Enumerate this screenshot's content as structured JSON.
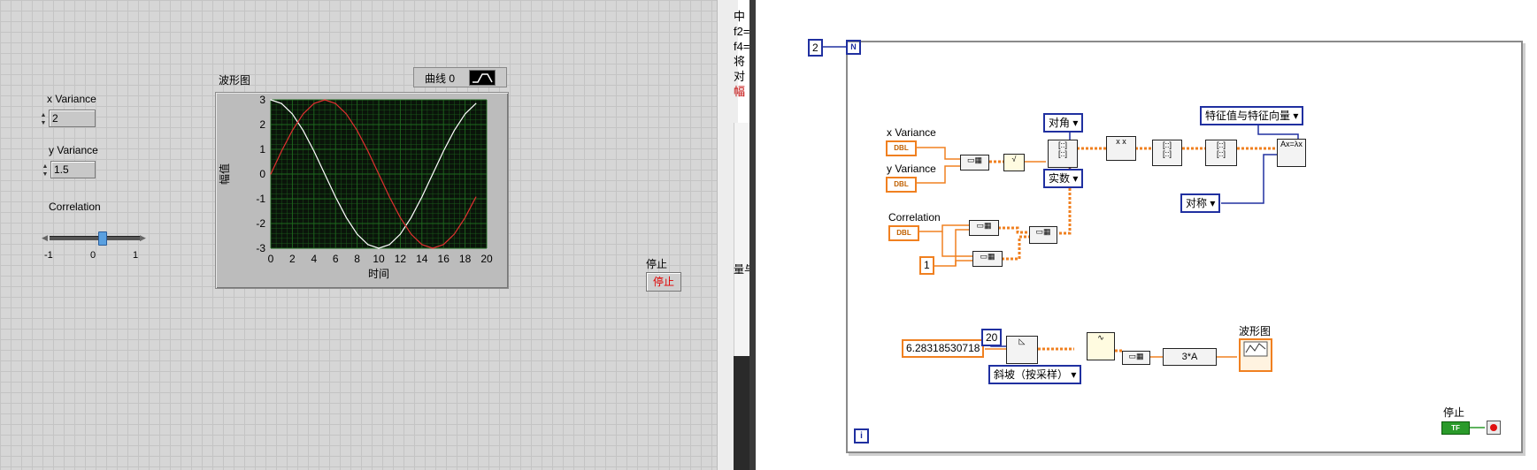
{
  "front_panel": {
    "x_variance": {
      "label": "x Variance",
      "value": "2"
    },
    "y_variance": {
      "label": "y Variance",
      "value": "1.5"
    },
    "correlation": {
      "label": "Correlation",
      "min": "-1",
      "mid": "0",
      "max": "1",
      "value": 0.17
    },
    "graph": {
      "label": "波形图",
      "legend_label": "曲线 0",
      "xlabel": "时间",
      "ylabel": "幅值"
    },
    "stop": {
      "label": "停止",
      "button_text": "停止"
    }
  },
  "chart_data": {
    "type": "line",
    "xlabel": "时间",
    "ylabel": "幅值",
    "xlim": [
      0,
      20
    ],
    "ylim": [
      -3,
      3
    ],
    "x_ticks": [
      "0",
      "2",
      "4",
      "6",
      "8",
      "10",
      "12",
      "14",
      "16",
      "18",
      "20"
    ],
    "y_ticks": [
      "3",
      "2",
      "1",
      "0",
      "-1",
      "-2",
      "-3"
    ],
    "grid": true,
    "series": [
      {
        "color": "#ffffff",
        "x": [
          0,
          1,
          2,
          3,
          4,
          5,
          6,
          7,
          8,
          9,
          10,
          11,
          12,
          13,
          14,
          15,
          16,
          17,
          18,
          19
        ],
        "y": [
          3,
          2.85,
          2.43,
          1.76,
          0.93,
          0,
          -0.93,
          -1.76,
          -2.43,
          -2.85,
          -3,
          -2.85,
          -2.43,
          -1.76,
          -0.93,
          0,
          0.93,
          1.76,
          2.43,
          2.85
        ]
      },
      {
        "color": "#e03030",
        "x": [
          0,
          1,
          2,
          3,
          4,
          5,
          6,
          7,
          8,
          9,
          10,
          11,
          12,
          13,
          14,
          15,
          16,
          17,
          18,
          19
        ],
        "y": [
          0,
          0.93,
          1.76,
          2.43,
          2.85,
          3,
          2.85,
          2.43,
          1.76,
          0.93,
          0,
          -0.93,
          -1.76,
          -2.43,
          -2.85,
          -3,
          -2.85,
          -2.43,
          -1.76,
          -0.93
        ]
      }
    ]
  },
  "middle_strip": {
    "lines": [
      "中",
      "f2=",
      "f4=",
      "将",
      "对",
      "幅"
    ],
    "lower_text": "量与"
  },
  "block_diagram": {
    "loop_count": "2",
    "loop_n": "N",
    "x_variance_label": "x Variance",
    "y_variance_label": "y Variance",
    "correlation_label": "Correlation",
    "dbl": "DBL",
    "diag_enum": "对角",
    "real_enum": "实数",
    "eig_enum": "特征值与特征向量",
    "sym_enum": "对称",
    "const_one": "1",
    "two_pi": "6.28318530718",
    "samples": "20",
    "ramp_enum": "斜坡（按采样）",
    "scale": "3*A",
    "graph_label": "波形图",
    "stop_label": "停止",
    "tf": "TF",
    "iter": "i",
    "eig_glyph": "Ax=λx"
  },
  "colors": {
    "panel_bg": "#d6d6d6",
    "plot_bg": "#0a140a",
    "plot_grid": "#1f6a1f",
    "wire_orange": "#f08020",
    "wire_blue": "#2030a0"
  }
}
